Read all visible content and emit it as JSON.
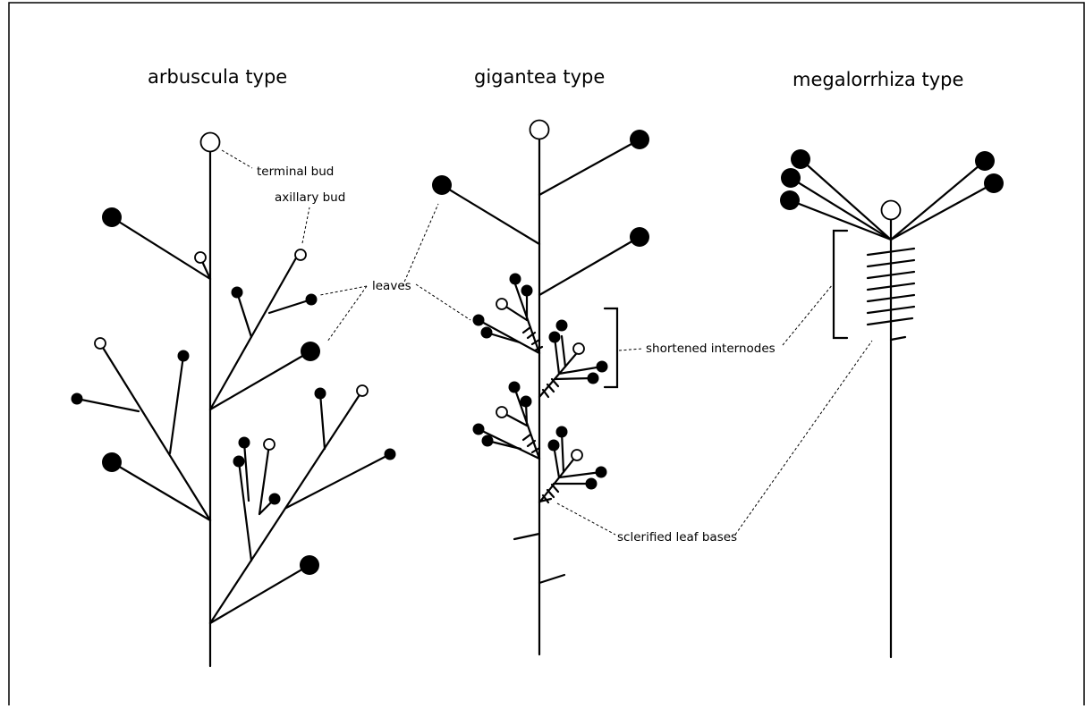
{
  "titles": {
    "arbuscula": "arbuscula type",
    "gigantea": "gigantea type",
    "megalorrhiza": "megalorrhiza type"
  },
  "labels": {
    "terminal_bud": "terminal bud",
    "axillary_bud": "axillary bud",
    "leaves": "leaves",
    "shortened_internodes": "shortened internodes",
    "sclerified_leaf_bases": "sclerified leaf bases"
  },
  "colors": {
    "stroke": "#000000",
    "leaf_fill": "#000000",
    "bud_fill": "#ffffff"
  }
}
